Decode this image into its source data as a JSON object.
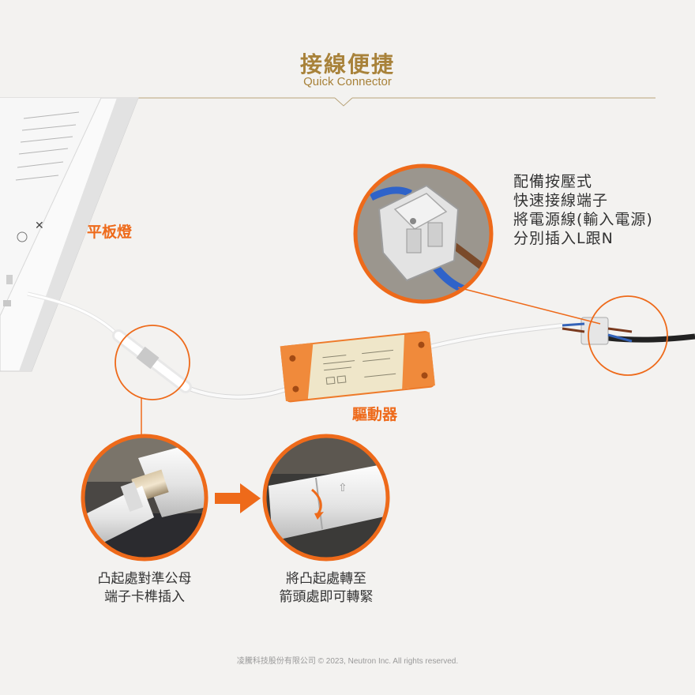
{
  "header": {
    "title_cn": "接線便捷",
    "title_en": "Quick Connector"
  },
  "labels": {
    "panel_light": "平板燈",
    "driver": "驅動器"
  },
  "connector_description": "配備按壓式\n快速接線端子\n將電源線(輸入電源)\n分別插入L跟N",
  "steps": [
    {
      "caption": "凸起處對準公母\n端子卡榫插入"
    },
    {
      "caption": "將凸起處轉至\n箭頭處即可轉緊"
    }
  ],
  "footer": "凌騰科技股份有限公司 © 2023, Neutron Inc. All rights reserved.",
  "colors": {
    "accent_gold": "#a8823a",
    "accent_orange": "#ee6a1a",
    "background": "#f3f2f0"
  }
}
